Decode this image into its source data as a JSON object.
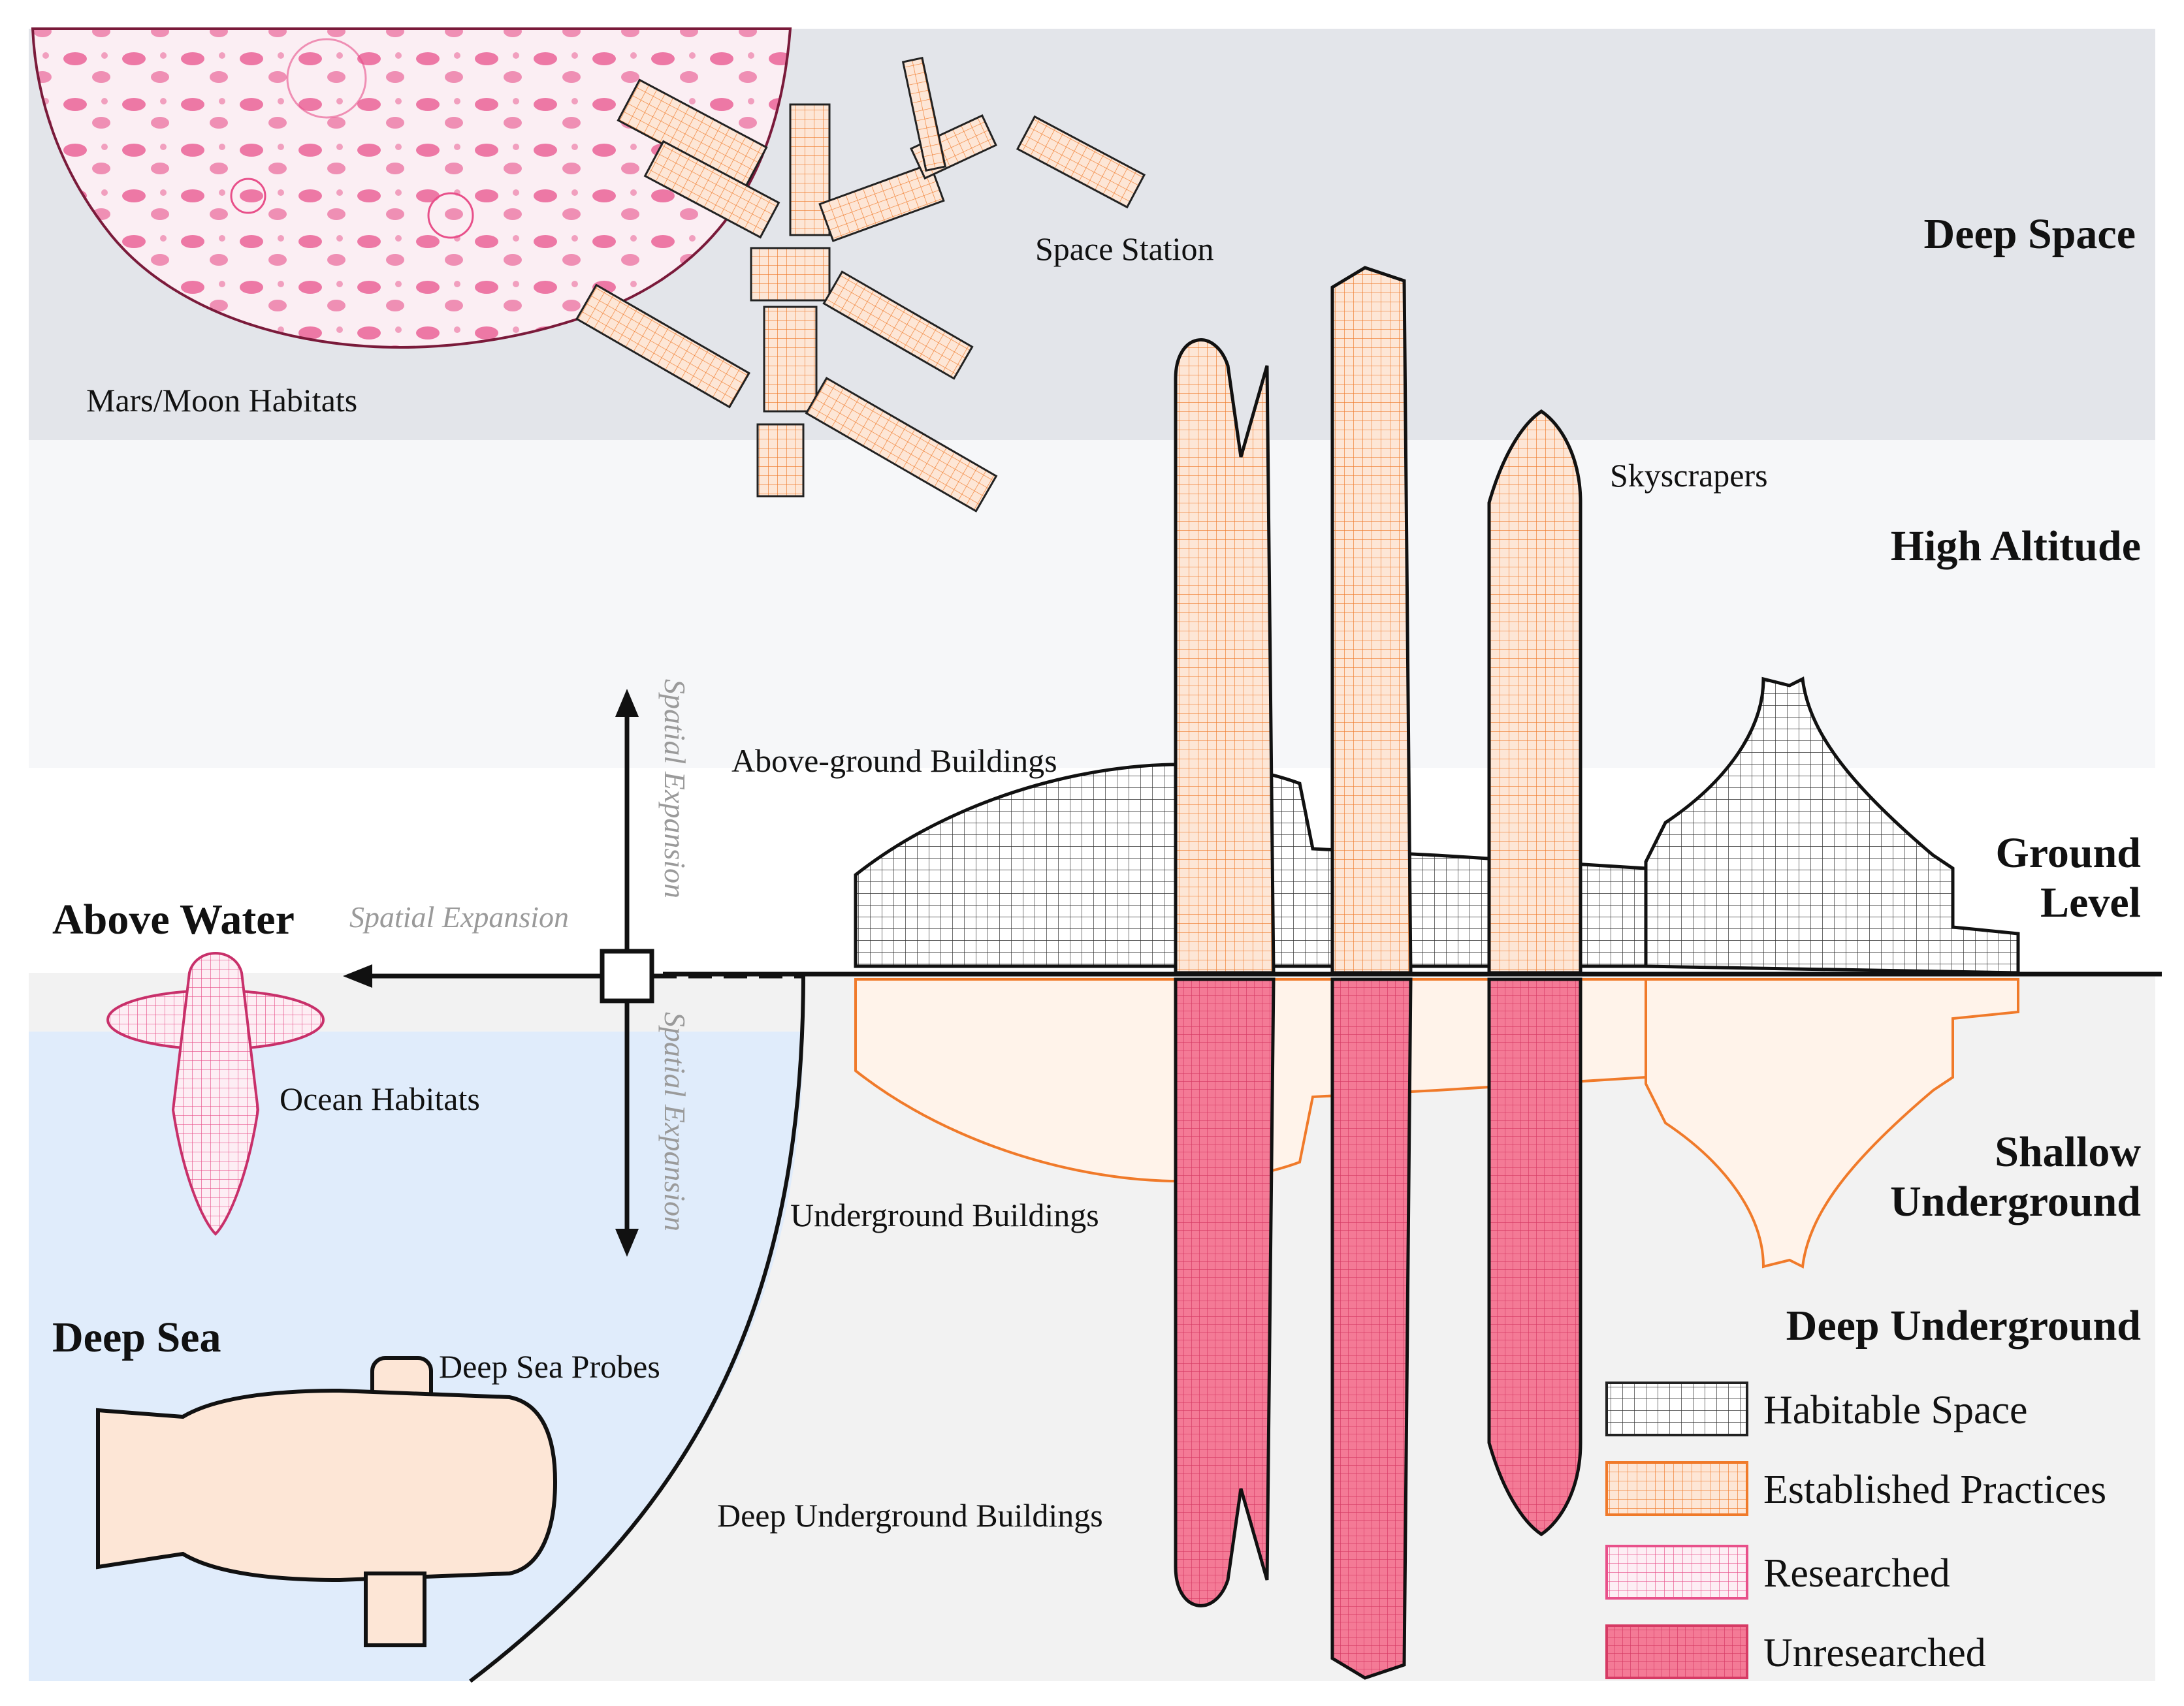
{
  "zones": {
    "deep_space": "Deep Space",
    "high_altitude": "High Altitude",
    "ground_level": [
      "Ground",
      "Level"
    ],
    "shallow_underground": [
      "Shallow",
      "Underground"
    ],
    "deep_underground": "Deep Underground",
    "above_water": "Above Water",
    "deep_sea": "Deep Sea"
  },
  "labels": {
    "space_station": "Space Station",
    "mars_moon": "Mars/Moon Habitats",
    "skyscrapers": "Skyscrapers",
    "above_ground": "Above-ground Buildings",
    "ocean_habitats": "Ocean Habitats",
    "underground_buildings": "Underground Buildings",
    "deep_sea_probes": "Deep Sea Probes",
    "deep_underground_buildings": "Deep Underground Buildings"
  },
  "arrows": {
    "up": "Spatial Expansion",
    "left": "Spatial Expansion",
    "down": "Spatial Expansion"
  },
  "legend": [
    {
      "label": "Habitable Space",
      "color": "#ffffff",
      "stroke": "#222222"
    },
    {
      "label": "Established Practices",
      "color": "#fde0cc",
      "stroke": "#f07a2a"
    },
    {
      "label": "Researched",
      "color": "#fde6f0",
      "stroke": "#e8508a"
    },
    {
      "label": "Unresearched",
      "color": "#f47a96",
      "stroke": "#d63a64"
    }
  ],
  "colors": {
    "deep_space_band": "#e3e5ea",
    "high_altitude_band": "#f6f7f9",
    "ocean": "#e0ecfb",
    "underground": "#f2f2f2",
    "established": "#f07a2a",
    "researched": "#e8508a",
    "unresearched": "#f06488"
  }
}
